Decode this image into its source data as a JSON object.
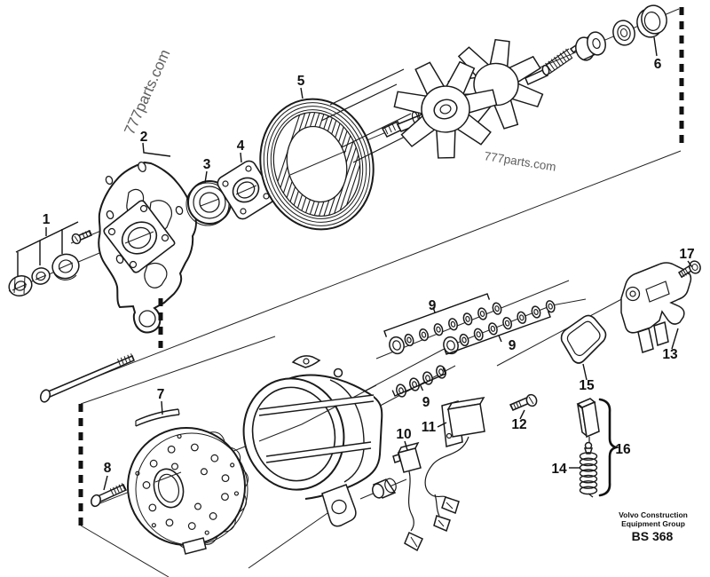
{
  "diagram": {
    "part_labels": {
      "p1": "1",
      "p2": "2",
      "p3": "3",
      "p4": "4",
      "p5": "5",
      "p6": "6",
      "p7": "7",
      "p8": "8",
      "p9": "9",
      "p10": "10",
      "p11": "11",
      "p12": "12",
      "p13": "13",
      "p14": "14",
      "p15": "15",
      "p16": "16",
      "p17": "17"
    },
    "watermark": "777parts.com",
    "footer": {
      "line1": "Volvo Construction",
      "line2": "Equipment Group",
      "code": "BS 368"
    },
    "colors": {
      "line": "#1a1a1a",
      "background": "#ffffff",
      "watermark": "#5f5f5f"
    }
  }
}
